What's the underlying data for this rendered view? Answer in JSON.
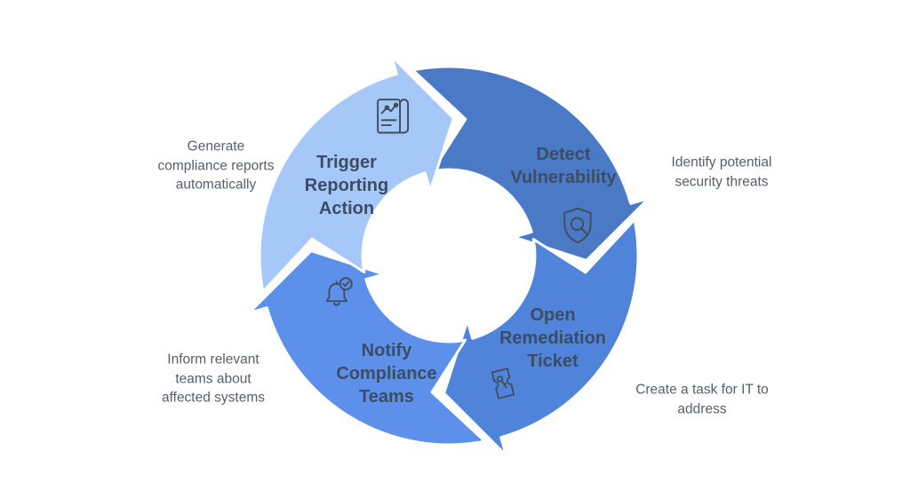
{
  "diagram": {
    "type": "cycle",
    "background": "#ffffff"
  },
  "text_colors": {
    "title": "#3c4d63",
    "caption": "#575f69",
    "icon_stroke": "#414c59"
  },
  "steps": [
    {
      "id": "detect",
      "title": "Detect Vulnerability",
      "caption": "Identify potential security threats",
      "color": "#4a7ac6",
      "icon": "shield-search-icon"
    },
    {
      "id": "open",
      "title": "Open Remediation Ticket",
      "caption": "Create a task for IT to address",
      "color": "#4f84da",
      "icon": "ticket-icon"
    },
    {
      "id": "notify",
      "title": "Notify Compliance Teams",
      "caption": "Inform relevant teams about affected systems",
      "color": "#5c90ea",
      "icon": "bell-check-icon"
    },
    {
      "id": "trigger",
      "title": "Trigger Reporting Action",
      "caption": "Generate compliance reports automatically",
      "color": "#a5c8f8",
      "icon": "report-icon"
    }
  ]
}
